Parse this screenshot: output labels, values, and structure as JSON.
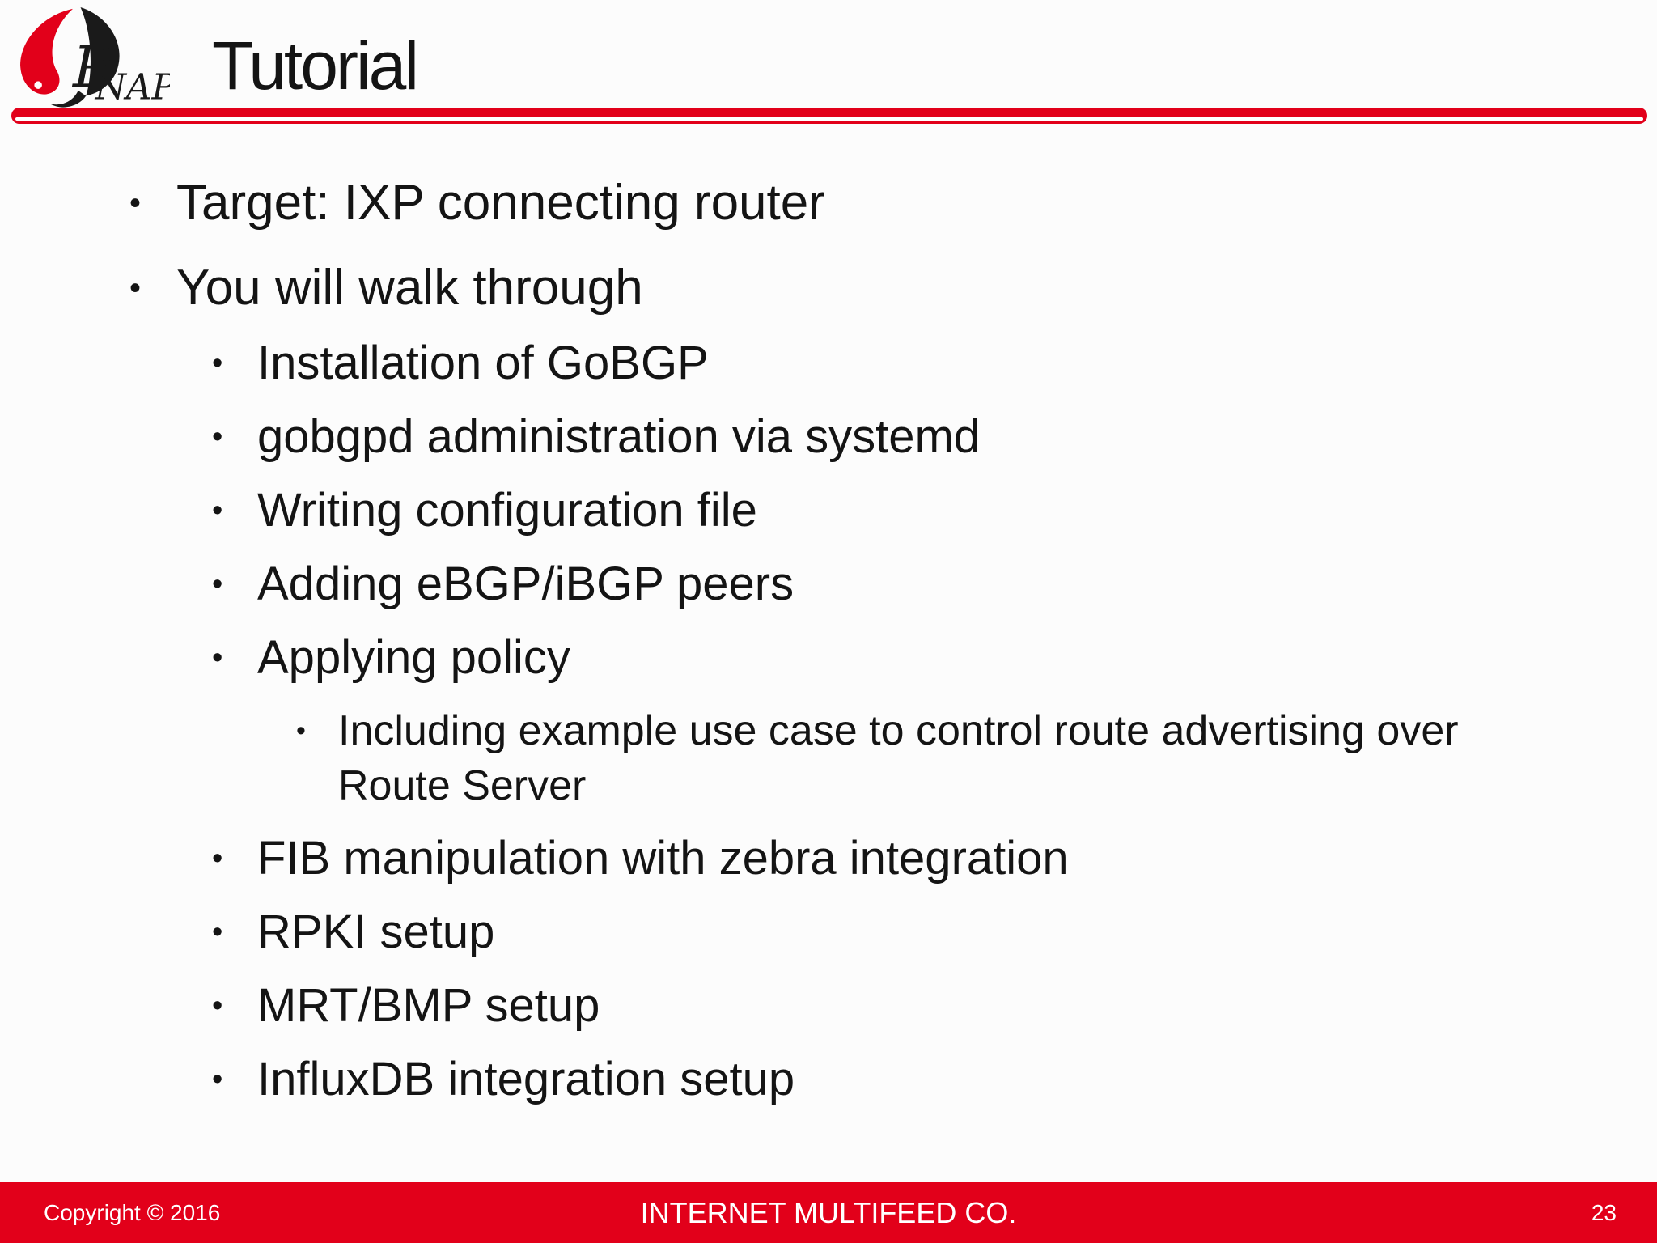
{
  "slide": {
    "header": {
      "title": "Tutorial",
      "logo": {
        "p": "P",
        "nap": "NAP"
      }
    },
    "bullets": [
      {
        "level": 1,
        "text": "Target: IXP connecting router"
      },
      {
        "level": 1,
        "text": "You will walk through"
      },
      {
        "level": 2,
        "text": "Installation of GoBGP"
      },
      {
        "level": 2,
        "text": "gobgpd administration via systemd"
      },
      {
        "level": 2,
        "text": "Writing configuration file"
      },
      {
        "level": 2,
        "text": "Adding eBGP/iBGP peers"
      },
      {
        "level": 2,
        "text": "Applying policy"
      },
      {
        "level": 3,
        "text": "Including example use case to control route advertising over Route Server"
      },
      {
        "level": 2,
        "text": "FIB manipulation with zebra integration"
      },
      {
        "level": 2,
        "text": "RPKI setup"
      },
      {
        "level": 2,
        "text": "MRT/BMP setup"
      },
      {
        "level": 2,
        "text": "InfluxDB integration setup"
      }
    ],
    "footer": {
      "copyright": "Copyright © 2016",
      "company": "INTERNET MULTIFEED CO.",
      "page_number": "23"
    },
    "colors": {
      "accent_red": "#e2001a",
      "text": "#141414",
      "background": "#fcfcfc"
    }
  }
}
